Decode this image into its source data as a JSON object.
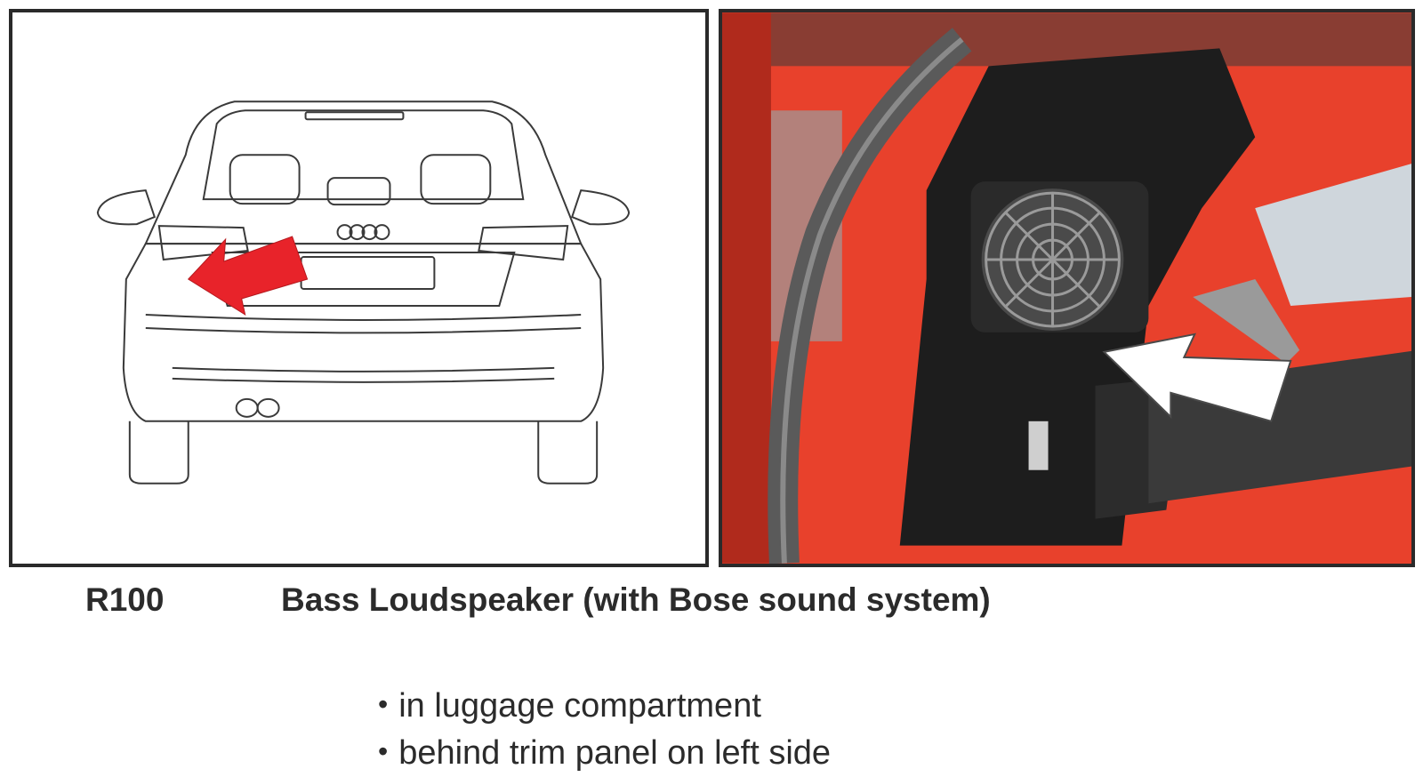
{
  "component": {
    "code": "R100",
    "title": "Bass Loudspeaker (with Bose sound system)"
  },
  "location_notes": [
    "in luggage compartment",
    "behind trim panel on left side"
  ],
  "illustrations": {
    "drawing": {
      "subject": "rear view line drawing of hatchback car",
      "pointer_arrow_color": "#e8232a"
    },
    "photo": {
      "subject": "bass loudspeaker mounted behind left luggage compartment trim",
      "pointer_arrow_color": "#ffffff",
      "body_color": "#e8412c"
    }
  }
}
